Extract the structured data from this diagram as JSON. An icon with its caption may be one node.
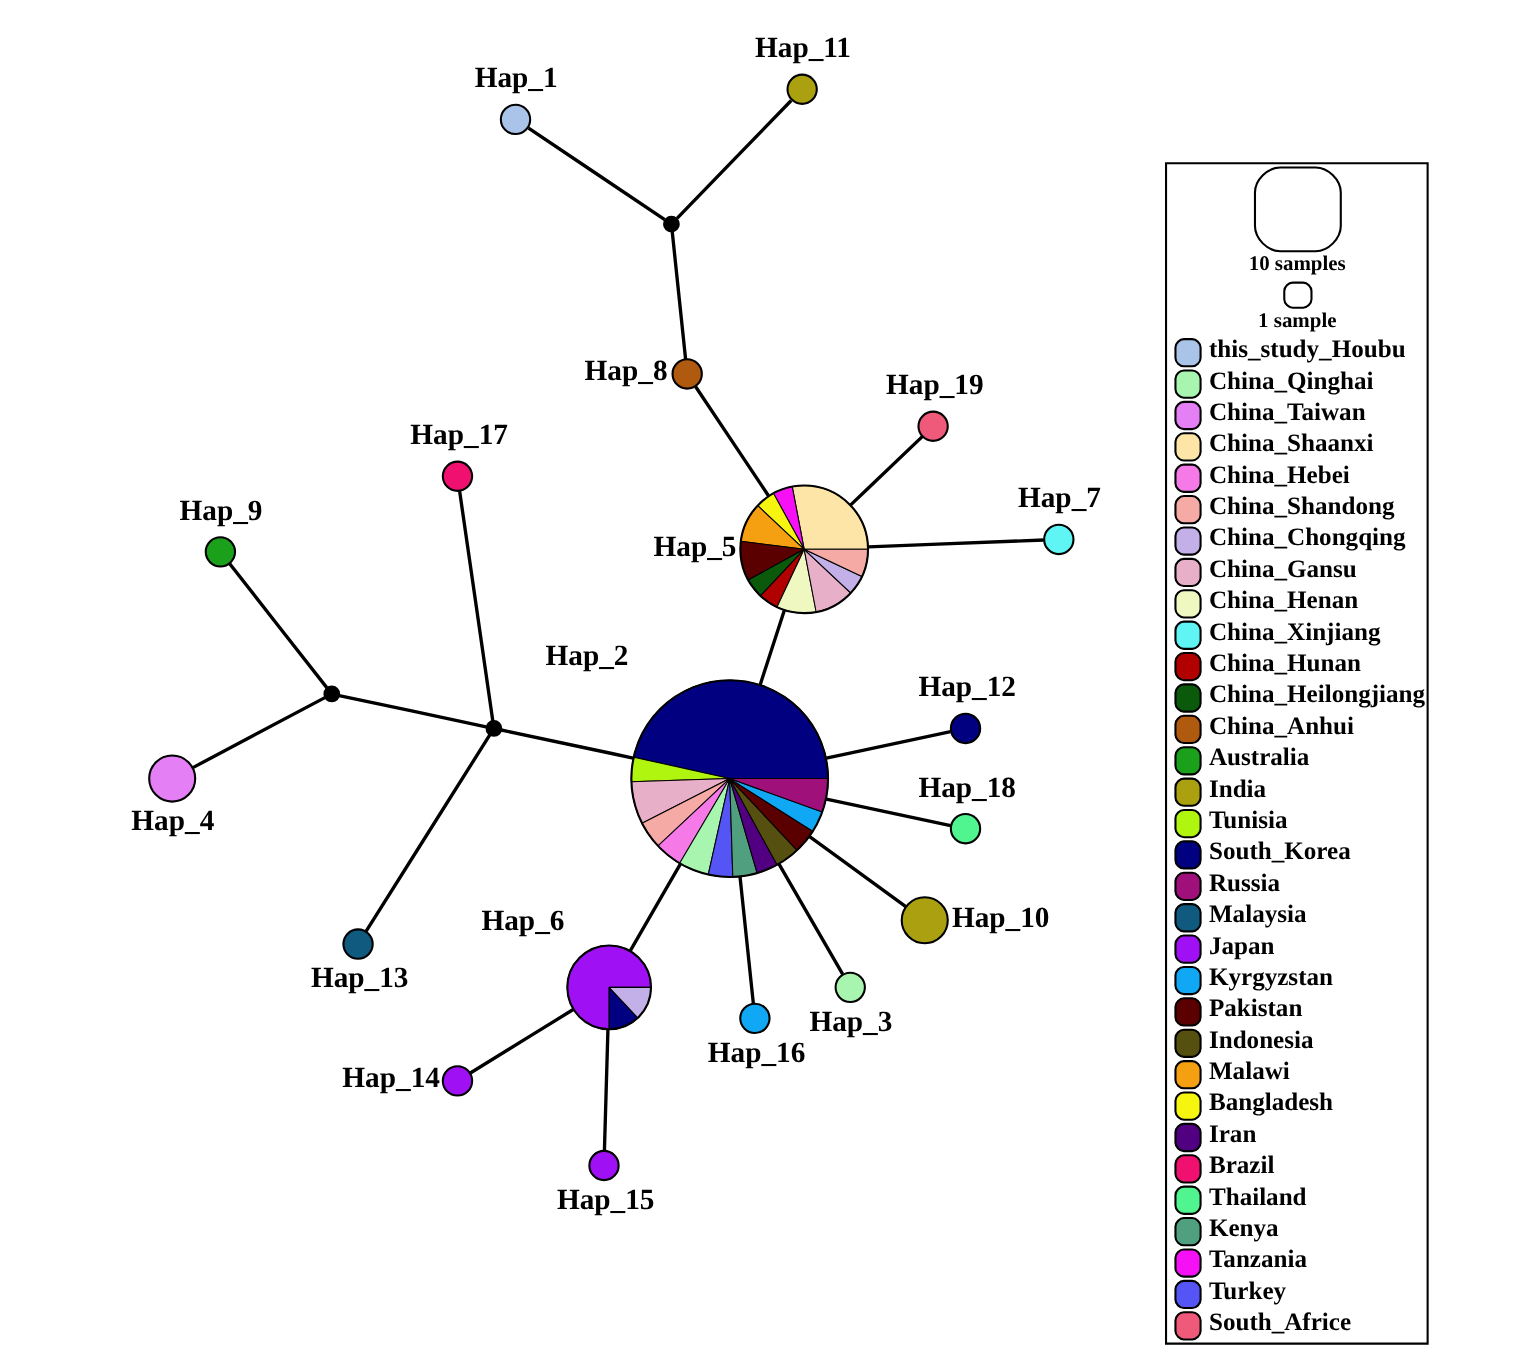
{
  "diagram": {
    "nodes": [
      {
        "text": [
          "Hap_11"
        ]
      },
      {
        "text": [
          "Hap_1"
        ]
      },
      {
        "text": [],
        "shape": "circle"
      },
      {
        "text": [
          "Hap_8"
        ]
      },
      {
        "text": [
          "Hap_19"
        ]
      },
      {
        "text": [
          "Hap_17"
        ]
      },
      {
        "text": [
          "Hap_5"
        ]
      },
      {
        "text": [
          "Hap_7"
        ]
      },
      {
        "text": [
          "Hap_9"
        ]
      },
      {
        "text": [
          "Hap_12"
        ]
      },
      {
        "text": [],
        "shape": "circle"
      },
      {
        "text": [],
        "shape": "circle"
      },
      {
        "text": [
          "Hap_2"
        ]
      },
      {
        "text": [
          "Hap_18"
        ]
      },
      {
        "text": [
          "Hap_4"
        ]
      },
      {
        "text": [
          "Hap_13"
        ]
      },
      {
        "text": [
          "Hap_10"
        ]
      },
      {
        "text": [
          "Hap_6"
        ]
      },
      {
        "text": [
          "Hap_3"
        ]
      },
      {
        "text": [
          "Hap_14"
        ]
      },
      {
        "text": [
          "Hap_16"
        ]
      },
      {
        "text": [
          "Hap_15"
        ]
      }
    ],
    "edges": [
      {
        "from": 12,
        "to": 13,
        "arrow": "none"
      },
      {
        "from": 12,
        "to": 9,
        "arrow": "none"
      },
      {
        "from": 12,
        "to": 6,
        "arrow": "none"
      },
      {
        "from": 12,
        "to": 11,
        "arrow": "none"
      },
      {
        "from": 12,
        "to": 17,
        "arrow": "none"
      },
      {
        "from": 12,
        "to": 20,
        "arrow": "none"
      },
      {
        "from": 12,
        "to": 18,
        "arrow": "none"
      },
      {
        "from": 12,
        "to": 16,
        "arrow": "none"
      },
      {
        "from": 6,
        "to": 7,
        "arrow": "none"
      },
      {
        "from": 6,
        "to": 4,
        "arrow": "none"
      },
      {
        "from": 6,
        "to": 3,
        "arrow": "none"
      },
      {
        "from": 3,
        "to": 2,
        "arrow": "none"
      },
      {
        "from": 2,
        "to": 0,
        "arrow": "none"
      },
      {
        "from": 2,
        "to": 1,
        "arrow": "none"
      },
      {
        "from": 11,
        "to": 5,
        "arrow": "none"
      },
      {
        "from": 11,
        "to": 10,
        "arrow": "none"
      },
      {
        "from": 11,
        "to": 15,
        "arrow": "none"
      },
      {
        "from": 10,
        "to": 8,
        "arrow": "none"
      },
      {
        "from": 10,
        "to": 14,
        "arrow": "none"
      },
      {
        "from": 17,
        "to": 19,
        "arrow": "none"
      },
      {
        "from": 17,
        "to": 21,
        "arrow": "none"
      }
    ],
    "legend": [
      {
        "text": "10 samples"
      },
      {
        "text": "1 sample"
      },
      {
        "text": "this_study_Houbu",
        "color": "#a9c4e8"
      },
      {
        "text": "China_Qinghai",
        "color": "#a8f5b0"
      },
      {
        "text": "China_Taiwan",
        "color": "#e47ff5"
      },
      {
        "text": "China_Shaanxi",
        "color": "#fde5a8"
      },
      {
        "text": "China_Hebei",
        "color": "#f57ae8"
      },
      {
        "text": "China_Shandong",
        "color": "#f5aaa5"
      },
      {
        "text": "China_Chongqing",
        "color": "#c4b0e8"
      },
      {
        "text": "China_Gansu",
        "color": "#e8b0c8"
      },
      {
        "text": "China_Henan",
        "color": "#eef8c0"
      },
      {
        "text": "China_Xinjiang",
        "color": "#5ff5f5"
      },
      {
        "text": "China_Hunan",
        "color": "#b00000"
      },
      {
        "text": "China_Heilongjiang",
        "color": "#0b5a0b"
      },
      {
        "text": "China_Anhui",
        "color": "#b05a10"
      },
      {
        "text": "Australia",
        "color": "#1aa01a"
      },
      {
        "text": "India",
        "color": "#aaa010"
      },
      {
        "text": "Tunisia",
        "color": "#b0f510"
      },
      {
        "text": "South_Korea",
        "color": "#000080"
      },
      {
        "text": "Russia",
        "color": "#a0107a"
      },
      {
        "text": "Malaysia",
        "color": "#105a80"
      },
      {
        "text": "Japan",
        "color": "#a010f5"
      },
      {
        "text": "Kyrgyzstan",
        "color": "#10a8f5"
      },
      {
        "text": "Pakistan",
        "color": "#5a0000"
      },
      {
        "text": "Indonesia",
        "color": "#555010"
      },
      {
        "text": "Malawi",
        "color": "#f5a010"
      },
      {
        "text": "Bangladesh",
        "color": "#f5f510"
      },
      {
        "text": "Iran",
        "color": "#500080"
      },
      {
        "text": "Brazil",
        "color": "#f01070"
      },
      {
        "text": "Thailand",
        "color": "#50f590"
      },
      {
        "text": "Kenya",
        "color": "#50a080"
      },
      {
        "text": "Tanzania",
        "color": "#f510f5"
      },
      {
        "text": "Turkey",
        "color": "#5555f5"
      },
      {
        "text": "South_Africe",
        "color": "#f05a7a"
      }
    ]
  }
}
